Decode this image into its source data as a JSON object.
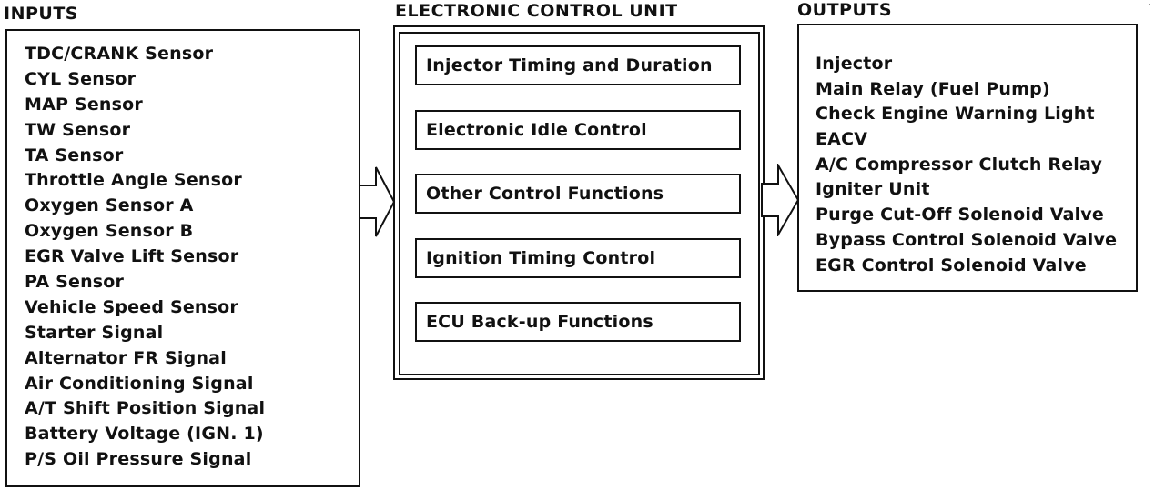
{
  "inputs": {
    "heading": "INPUTS",
    "items": [
      "TDC/CRANK Sensor",
      "CYL Sensor",
      "MAP Sensor",
      "TW Sensor",
      "TA Sensor",
      "Throttle Angle Sensor",
      "Oxygen Sensor A",
      "Oxygen Sensor B",
      "EGR Valve Lift Sensor",
      "PA Sensor",
      "Vehicle Speed Sensor",
      "Starter Signal",
      "Alternator FR Signal",
      "Air Conditioning Signal",
      "A/T Shift Position Signal",
      "Battery Voltage (IGN. 1)",
      "P/S Oil Pressure Signal"
    ]
  },
  "ecu": {
    "heading": "ELECTRONIC CONTROL UNIT",
    "functions": [
      "Injector Timing and Duration",
      "Electronic Idle Control",
      "Other Control Functions",
      "Ignition Timing Control",
      "ECU Back-up Functions"
    ]
  },
  "outputs": {
    "heading": "OUTPUTS",
    "items": [
      "Injector",
      "Main Relay (Fuel Pump)",
      "Check Engine Warning Light",
      "EACV",
      "A/C Compressor Clutch Relay",
      "Igniter Unit",
      "Purge Cut-Off Solenoid Valve",
      "Bypass Control Solenoid Valve",
      "EGR Control Solenoid Valve"
    ]
  }
}
